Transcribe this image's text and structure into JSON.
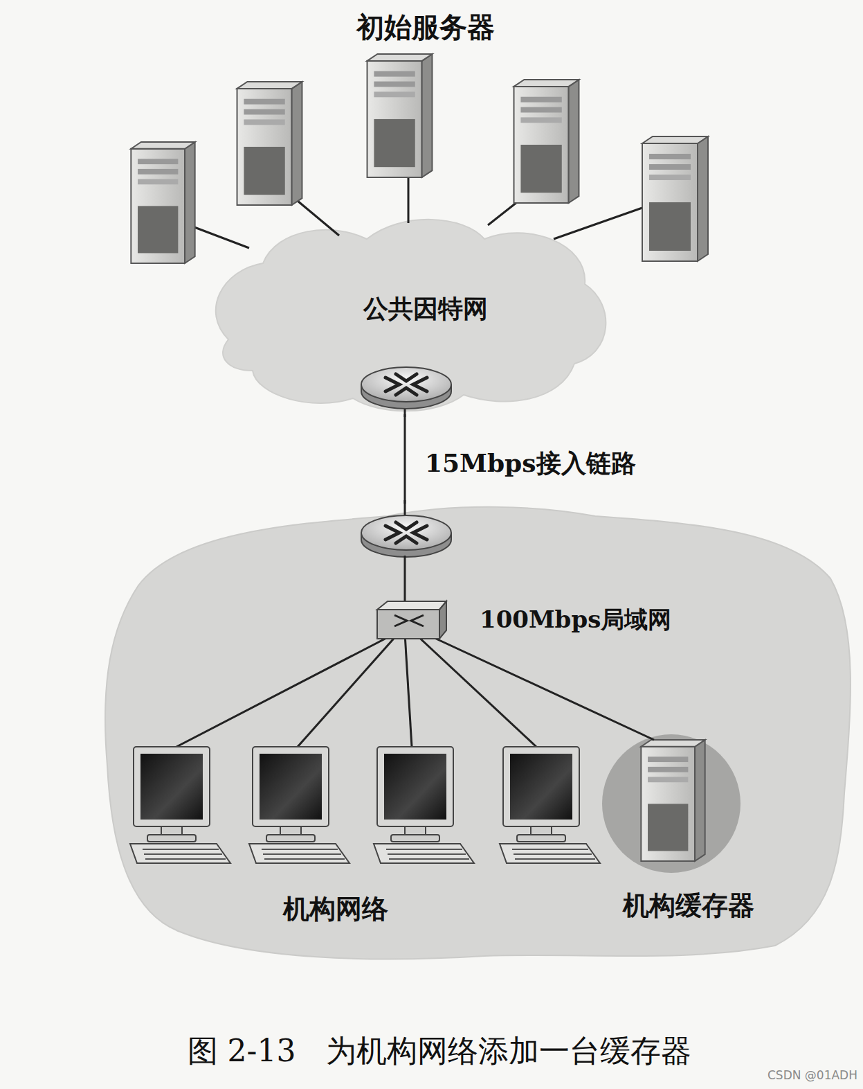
{
  "diagram": {
    "caption": "图 2-13　为机构网络添加一台缓存器",
    "nodes": [
      {
        "text": [
          "公共因特网"
        ]
      },
      {
        "text": [
          "机构网络"
        ]
      },
      {
        "text": [
          "机构缓存器"
        ],
        "in": 1
      }
    ],
    "edges": [
      {
        "from": 0,
        "to": 1,
        "label": "15Mbps接入链路",
        "arrow": "none"
      }
    ],
    "labels": [
      "初始服务器",
      "100Mbps局域网",
      "CSDN @01ADH"
    ]
  }
}
